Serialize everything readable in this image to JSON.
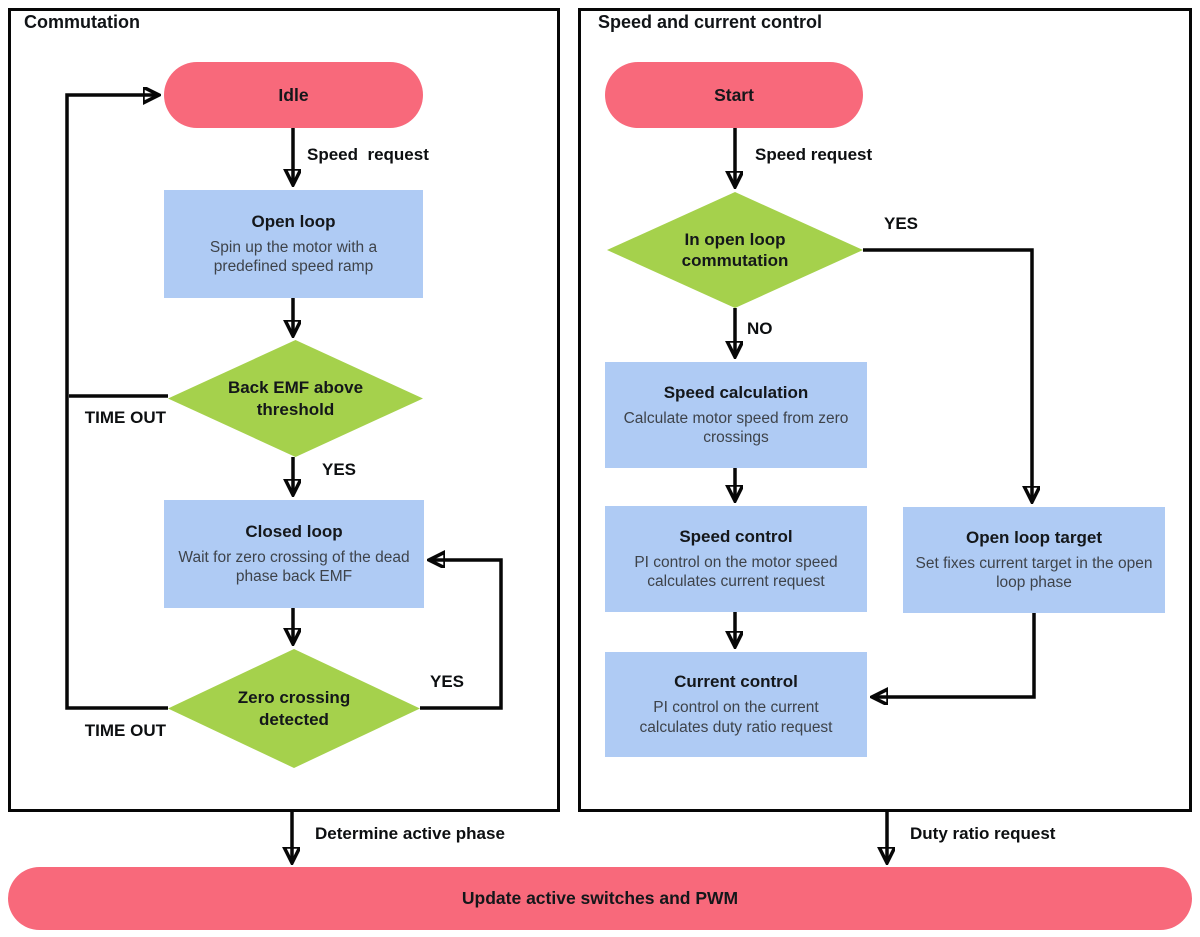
{
  "colors": {
    "terminal_pink": "#f8697b",
    "process_blue": "#afcbf4",
    "decision_green": "#a5d14c",
    "line_black": "#070707",
    "heading_text": "#14171a",
    "body_text": "#3e434a"
  },
  "left_panel": {
    "title": "Commutation",
    "idle_label": "Idle",
    "edge_speed_request": "Speed  request",
    "open_loop_title": "Open loop",
    "open_loop_desc": "Spin up the motor with a predefined speed ramp",
    "back_emf_label": "Back EMF above threshold",
    "time_out_1": "TIME OUT",
    "yes_1": "YES",
    "closed_loop_title": "Closed loop",
    "closed_loop_desc": "Wait for zero crossing of the dead phase back EMF",
    "zero_crossing_label": "Zero crossing detected",
    "time_out_2": "TIME OUT",
    "yes_2": "YES",
    "out_edge_label": "Determine active phase"
  },
  "right_panel": {
    "title": "Speed and current control",
    "start_label": "Start",
    "edge_speed_request": "Speed request",
    "decision_label": "In open loop commutation",
    "yes_label": "YES",
    "no_label": "NO",
    "speed_calculation_title": "Speed calculation",
    "speed_calculation_desc": "Calculate motor speed from zero crossings",
    "speed_control_title": "Speed control",
    "speed_control_desc": "PI control on the motor speed calculates current request",
    "current_control_title": "Current control",
    "current_control_desc": "PI control on the current calculates duty ratio request",
    "open_loop_target_title": "Open loop target",
    "open_loop_target_desc": "Set fixes current target in the open loop phase",
    "out_edge_label": "Duty ratio request"
  },
  "footer": {
    "update_label": "Update active switches and PWM"
  }
}
